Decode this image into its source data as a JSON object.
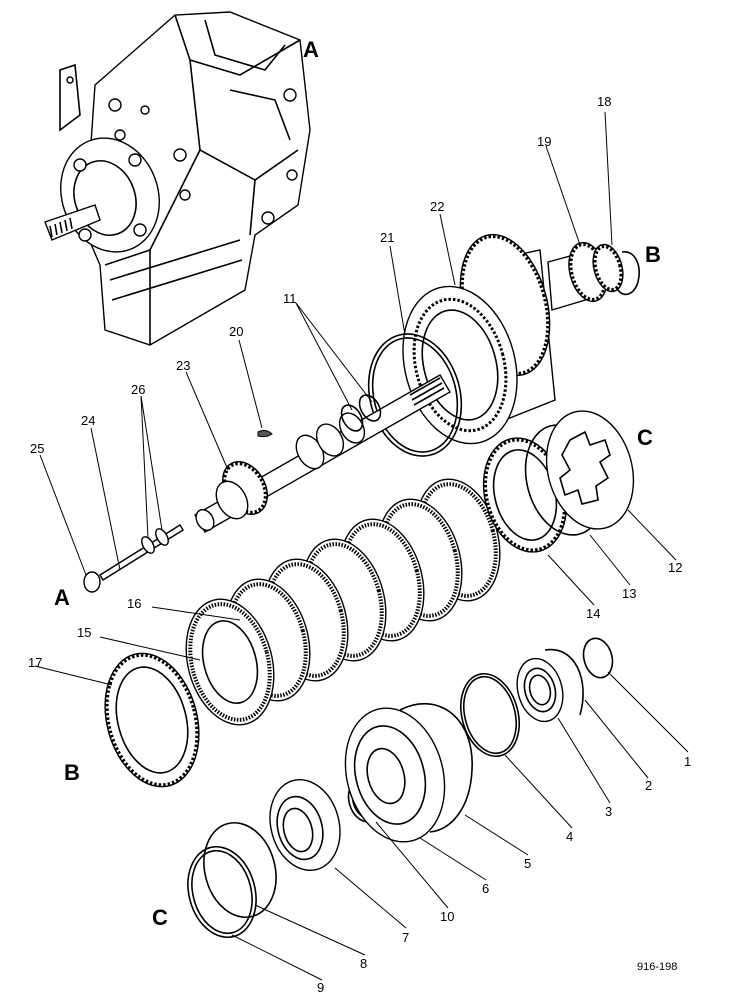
{
  "diagram": {
    "callouts": [
      "1",
      "2",
      "3",
      "4",
      "5",
      "6",
      "7",
      "8",
      "9",
      "10",
      "11",
      "12",
      "13",
      "14",
      "15",
      "16",
      "17",
      "18",
      "19",
      "20",
      "21",
      "22",
      "23",
      "24",
      "25",
      "26"
    ],
    "section_markers": {
      "gearbox": "A",
      "shaft_end": "A",
      "upper_right": "B",
      "lower_left": "B",
      "right_plate": "C",
      "lower_rings": "C"
    },
    "drawing_code": "916-198"
  }
}
